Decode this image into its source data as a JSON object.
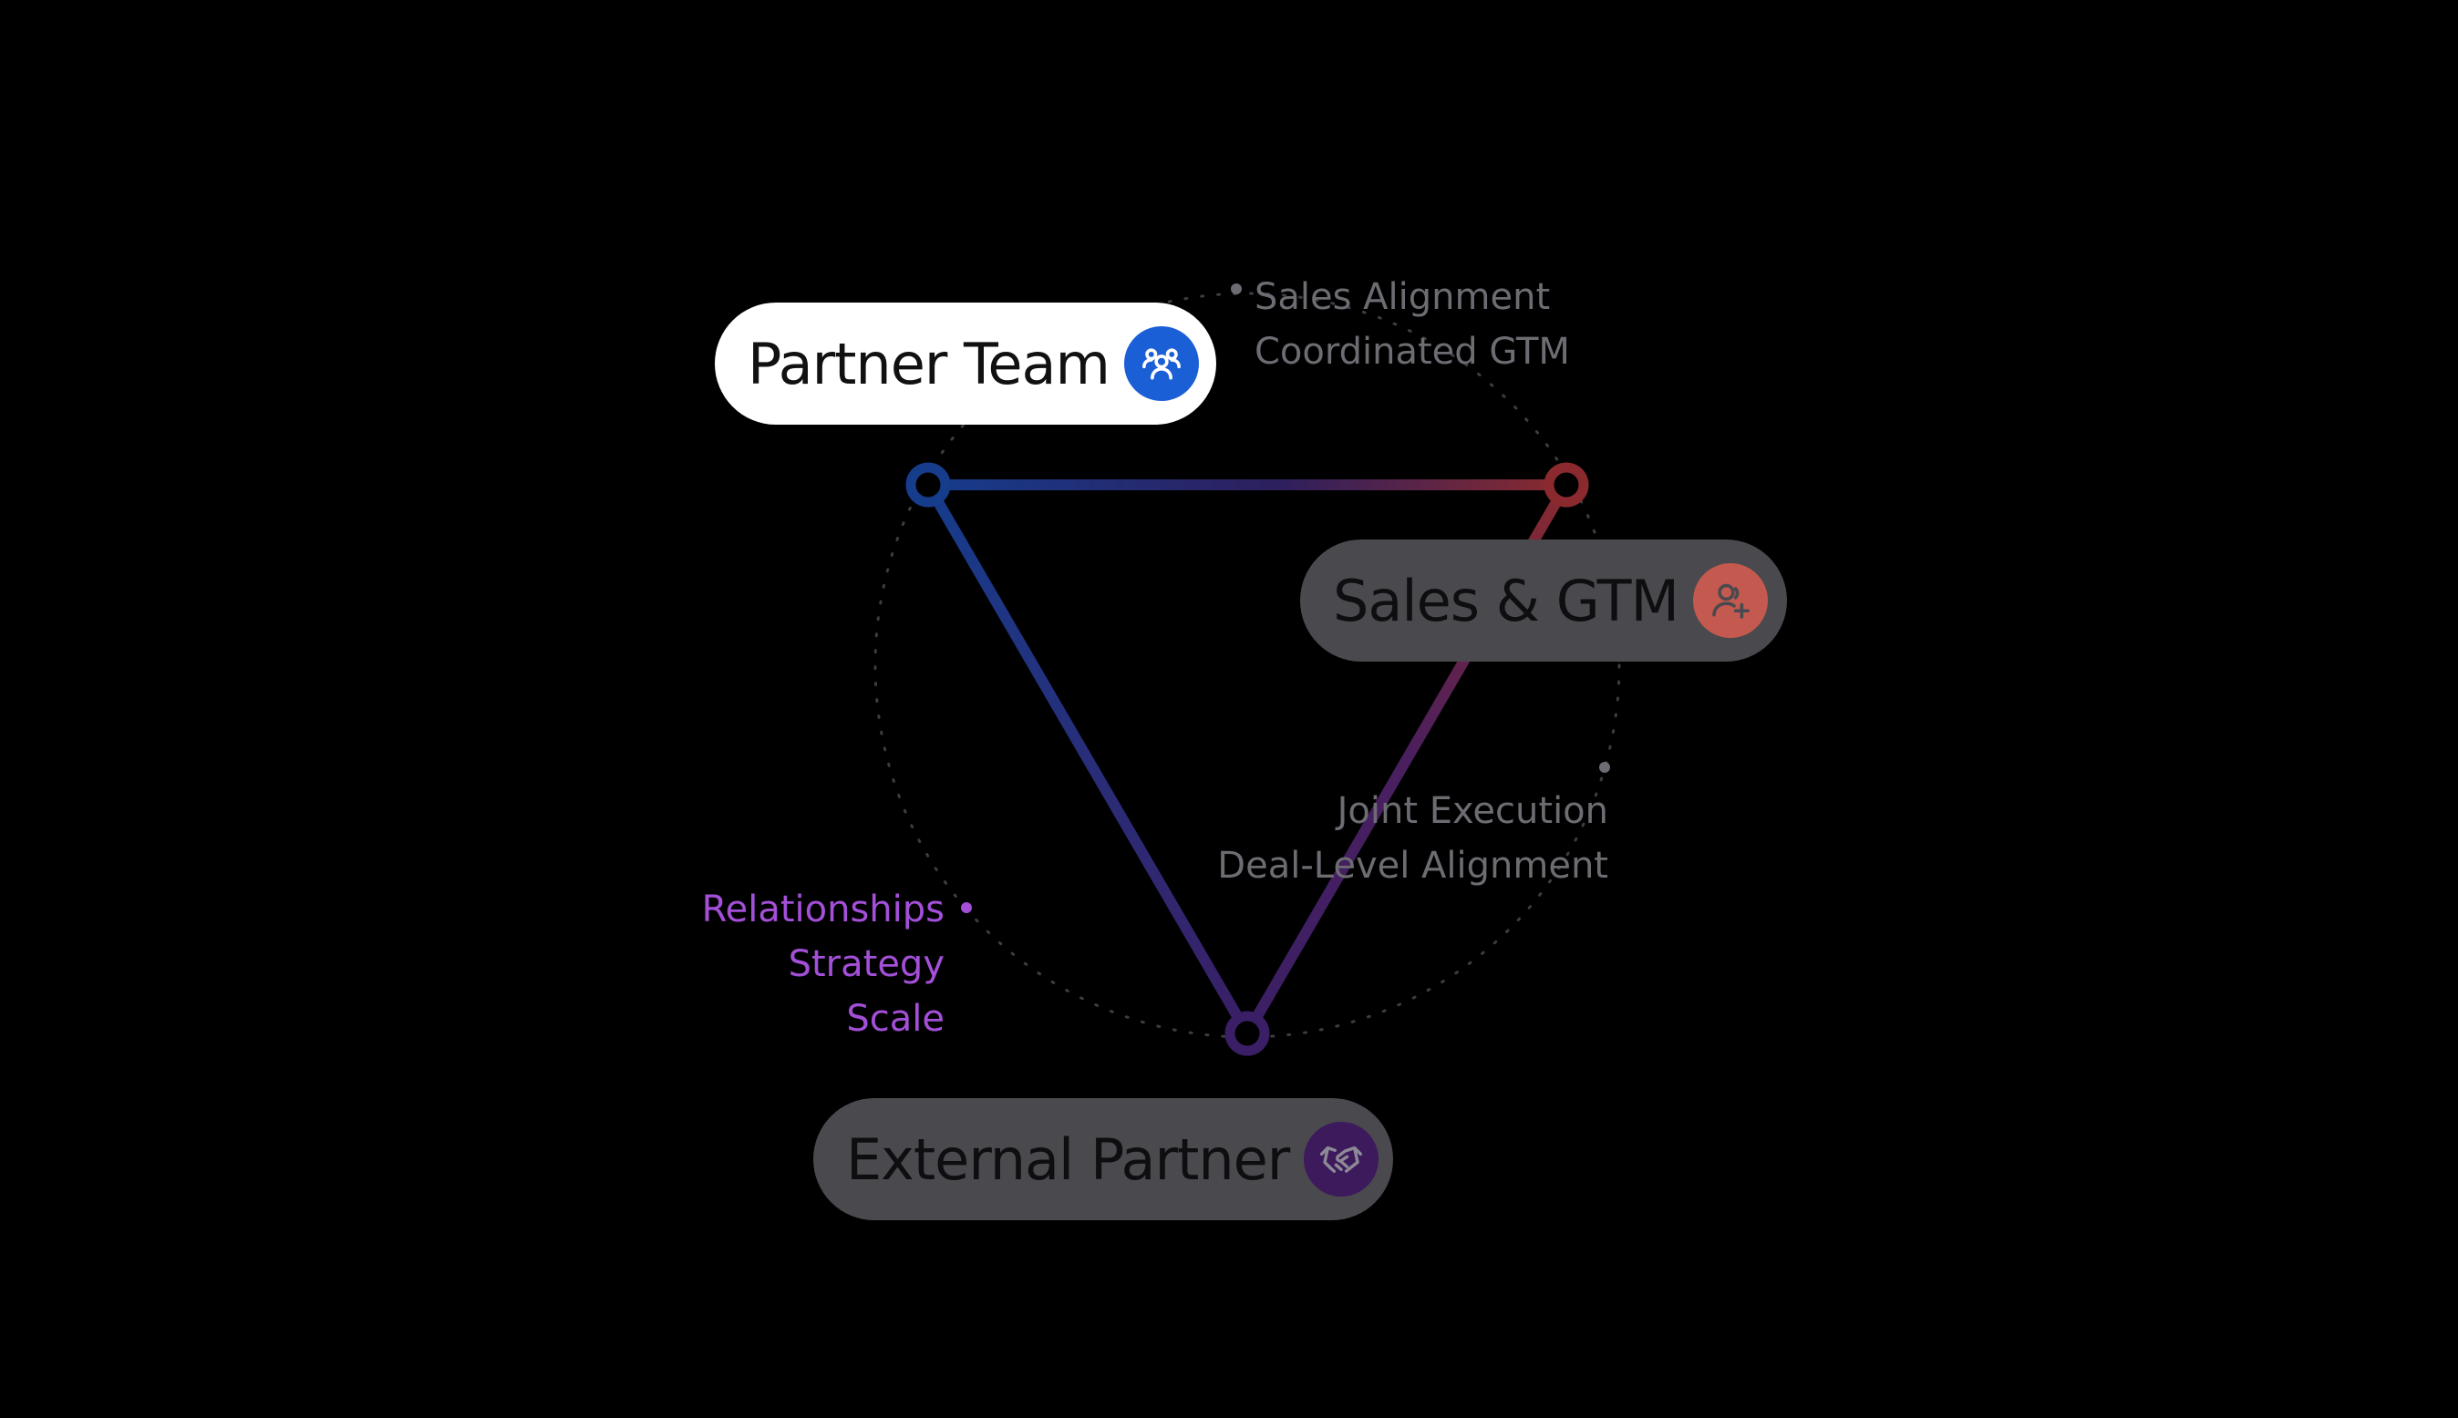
{
  "nodes": [
    {
      "id": "partner",
      "label": "Partner Team",
      "icon": "users-group-icon",
      "color": "#1b5fd6"
    },
    {
      "id": "sales",
      "label": "Sales & GTM",
      "icon": "user-plus-icon",
      "color": "#c45a4f"
    },
    {
      "id": "external",
      "label": "External Partner",
      "icon": "handshake-icon",
      "color": "#3d1a5c"
    }
  ],
  "annotations": {
    "sales": [
      "Sales Alignment",
      "Coordinated GTM"
    ],
    "joint": [
      "Joint Execution",
      "Deal-Level Alignment"
    ],
    "relationships": [
      "Relationships",
      "Strategy",
      "Scale"
    ]
  },
  "colors": {
    "background": "#000000",
    "edge_blue": "#163c8c",
    "edge_red": "#8a2a2e",
    "edge_purple": "#3a1f66",
    "note_gray": "#6d6c72",
    "note_purple": "#a34fd8"
  }
}
